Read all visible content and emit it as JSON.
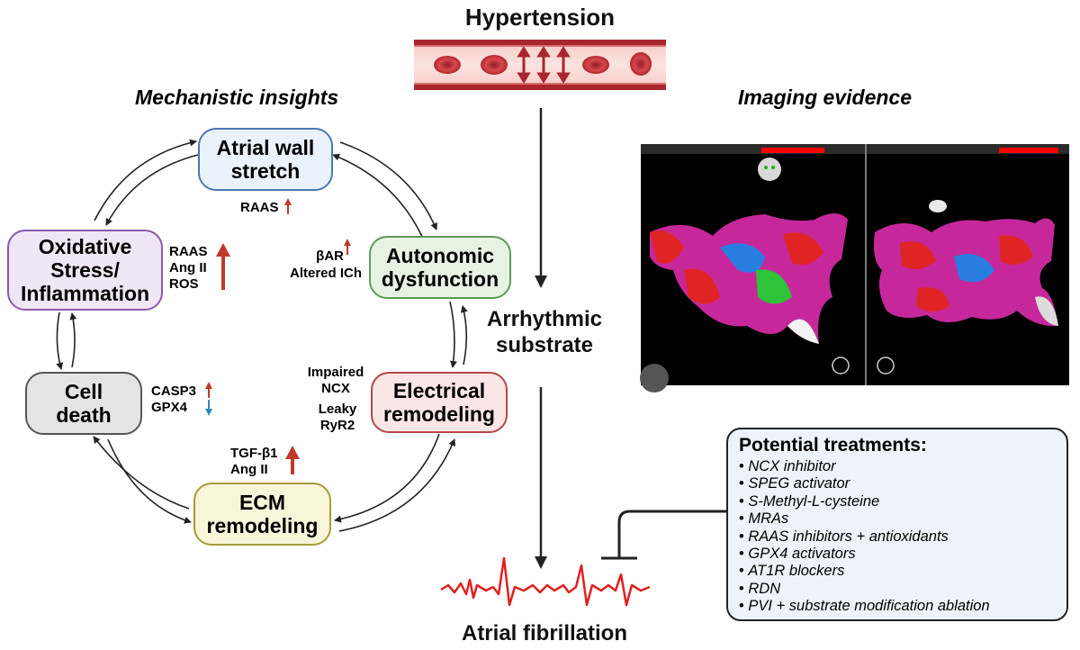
{
  "title": "Hypertension",
  "left_heading": "Mechanistic insights",
  "right_heading": "Imaging evidence",
  "substrate": [
    "Arrhythmic",
    "substrate"
  ],
  "outcome": "Atrial fibrillation",
  "nodes": {
    "stretch": {
      "lines": [
        "Atrial wall",
        "stretch"
      ],
      "fill": "#eaf2fb",
      "border": "#4a78b5"
    },
    "autonomic": {
      "lines": [
        "Autonomic",
        "dysfunction"
      ],
      "fill": "#e6f3e2",
      "border": "#5e9a55"
    },
    "electrical": {
      "lines": [
        "Electrical",
        "remodeling"
      ],
      "fill": "#fbe6e6",
      "border": "#b5464a"
    },
    "ecm": {
      "lines": [
        "ECM",
        "remodeling"
      ],
      "fill": "#f9f5d9",
      "border": "#a79a3b"
    },
    "death": {
      "lines": [
        "Cell",
        "death"
      ],
      "fill": "#e4e4e4",
      "border": "#555555"
    },
    "oxidative": {
      "lines": [
        "Oxidative",
        "Stress/",
        "Inflammation"
      ],
      "fill": "#f0e6f6",
      "border": "#8b5aa8"
    }
  },
  "labels": {
    "raas": "RAAS",
    "bar": "βAR",
    "ich": "Altered ICh",
    "ox": [
      "RAAS",
      "Ang II",
      "ROS"
    ],
    "casp": "CASP3",
    "gpx": "GPX4",
    "impaired": [
      "Impaired",
      "NCX"
    ],
    "leaky": [
      "Leaky",
      "RyR2"
    ],
    "tgf": [
      "TGF-β1",
      "Ang II"
    ]
  },
  "treatments": {
    "title": "Potential treatments:",
    "items": [
      "NCX inhibitor",
      "SPEG activator",
      "S-Methyl-L-cysteine",
      "MRAs",
      "RAAS inhibitors + antioxidants",
      "GPX4 activators",
      "AT1R blockers",
      "RDN",
      "PVI + substrate modification ablation"
    ]
  },
  "colors": {
    "up_arrow": "#c0392b",
    "down_arrow": "#2e86c1",
    "ecg": "#e02020",
    "vessel": "#a9262e"
  },
  "icons": [
    "blood-vessel-icon",
    "up-arrow-icon",
    "down-arrow-icon",
    "inhibition-icon",
    "ecg-trace-icon"
  ]
}
